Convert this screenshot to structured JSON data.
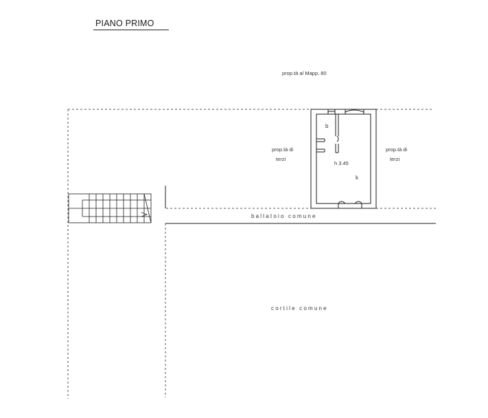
{
  "title": "PIANO PRIMO",
  "labels": {
    "north_property": "prop.tà al Mapp. 80",
    "west_property_line1": "prop.tà di",
    "west_property_line2": "terzi",
    "east_property_line1": "prop.tà di",
    "east_property_line2": "terzi",
    "room_bath": "b",
    "room_height": "h 3.45",
    "room_kitchen": "k",
    "balcony": "ballatoio  comune",
    "courtyard": "cortile  comune"
  },
  "colors": {
    "line": "#1a1a1a",
    "dashed": "#555555",
    "background": "#ffffff"
  }
}
